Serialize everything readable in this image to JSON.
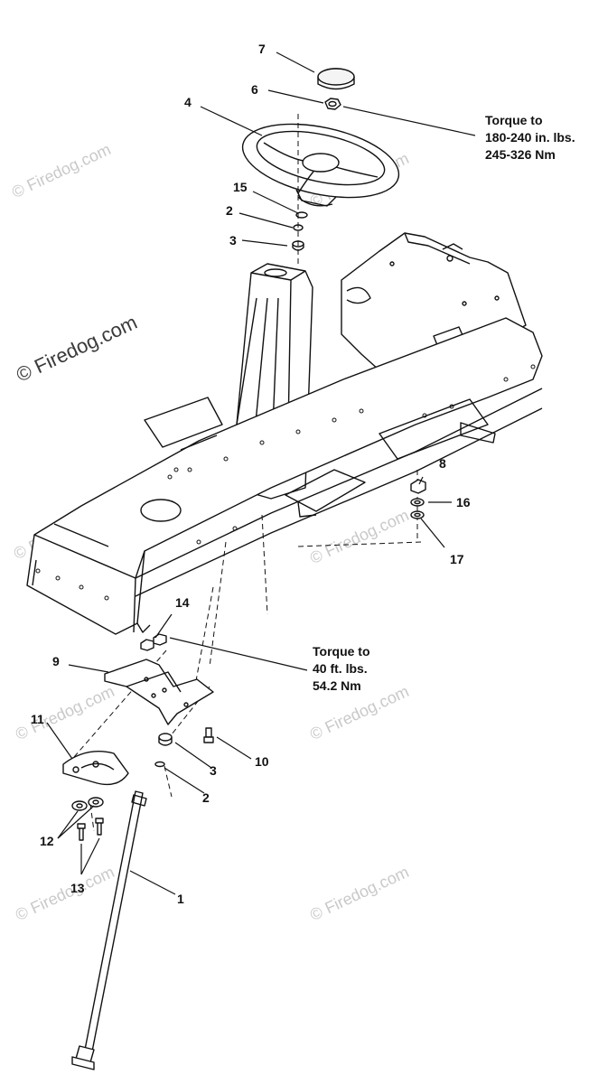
{
  "watermark": "© Firedog.com",
  "watermark_main": "© Firedog.com",
  "callouts": {
    "c1": "1",
    "c2a": "2",
    "c2b": "2",
    "c3a": "3",
    "c3b": "3",
    "c4": "4",
    "c6": "6",
    "c7": "7",
    "c8": "8",
    "c9": "9",
    "c10": "10",
    "c11": "11",
    "c12": "12",
    "c13": "13",
    "c14": "14",
    "c15": "15",
    "c16": "16",
    "c17": "17"
  },
  "torque_upper": {
    "line1": "Torque to",
    "line2": "180-240 in. lbs.",
    "line3": "245-326 Nm"
  },
  "torque_lower": {
    "line1": "Torque to",
    "line2": "40 ft. lbs.",
    "line3": "54.2 Nm"
  }
}
